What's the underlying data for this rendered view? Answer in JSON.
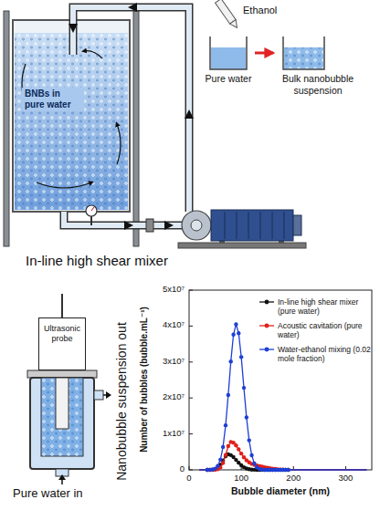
{
  "diagram": {
    "nodes": [
      {
        "text": [
          "BNBs in pure water"
        ]
      },
      {
        "text": [
          "Pure water"
        ]
      },
      {
        "text": [
          "Bulk nanobubble suspension"
        ]
      },
      {
        "text": [
          "Ultrasonic probe"
        ]
      }
    ],
    "edges": [
      {
        "from": 1,
        "to": 2,
        "arrow": "to"
      }
    ],
    "labels": [
      "Ethanol",
      "In-line high shear mixer",
      "Nanobubble suspension out",
      "Pure water in",
      "Number of bubbles (bubble.mL⁻¹)",
      "Bubble diameter (nm)",
      "0",
      "1x10⁷",
      "2x10⁷",
      "3x10⁷",
      "4x10⁷",
      "5x10⁷",
      "0",
      "100",
      "200",
      "300"
    ],
    "legend": [
      {
        "text": "In-line high shear mixer (pure water)"
      },
      {
        "text": "Acoustic cavitation (pure water)"
      },
      {
        "text": "Water-ethanol mixing (0.02 mole fraction)"
      }
    ]
  }
}
